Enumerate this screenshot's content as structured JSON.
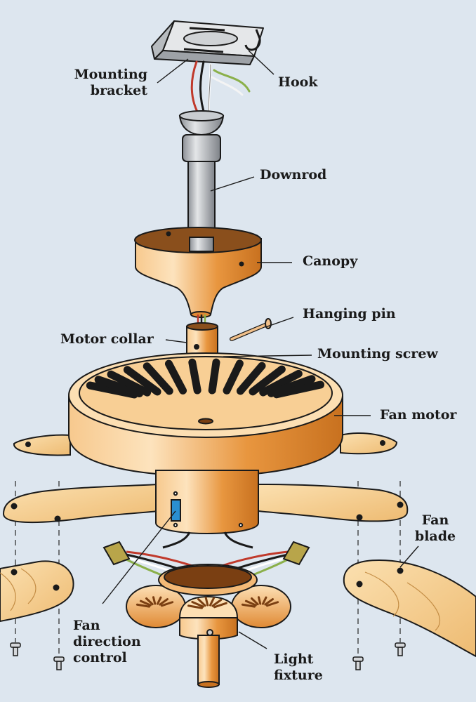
{
  "labels": {
    "mounting_bracket": [
      "Mounting",
      "bracket"
    ],
    "hook": "Hook",
    "downrod": "Downrod",
    "canopy": "Canopy",
    "hanging_pin": "Hanging pin",
    "motor_collar": "Motor collar",
    "mounting_screw": "Mounting screw",
    "fan_motor": "Fan motor",
    "fan_blade": [
      "Fan",
      "blade"
    ],
    "fan_direction_control": [
      "Fan",
      "direction",
      "control"
    ],
    "light_fixture": [
      "Light",
      "fixture"
    ]
  },
  "colors": {
    "background": "#dde6ef",
    "brass": "#e89a4a",
    "brass_light": "#fbd9a8",
    "wood": "#f3c98a",
    "metal": "#b9bcc0",
    "outline": "#1a1a1a",
    "switch": "#2a8fd0"
  }
}
